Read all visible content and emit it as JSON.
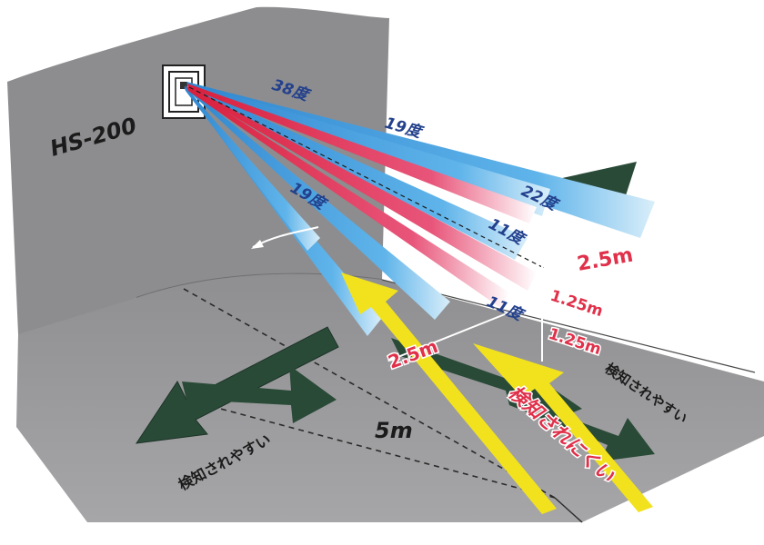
{
  "device": {
    "model": "HS-200"
  },
  "angles": {
    "wide_outer": "38度",
    "upper_mid": "19度",
    "lower_mid": "19度",
    "upper_inner": "22度",
    "center_upper": "11度",
    "center_lower": "11度"
  },
  "distances": {
    "height_total": "2.5m",
    "height_upper": "1.25m",
    "height_lower": "1.25m",
    "depth": "2.5m",
    "range": "5m"
  },
  "zones": {
    "easy_left": "検知されやすい",
    "easy_right": "検知されやすい",
    "hard": "検知されにくい"
  },
  "colors": {
    "wall": "#8e8e90",
    "floor": "#9a9a9c",
    "beam_blue": "#3d97db",
    "beam_red": "#e0304a",
    "arrow_green": "#2a4a38",
    "arrow_yellow": "#f2e21e"
  }
}
